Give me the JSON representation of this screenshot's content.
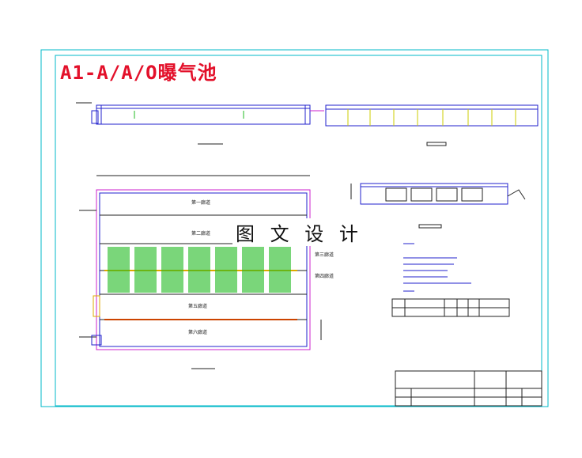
{
  "drawing": {
    "title": "A1-A/A/O曝气池",
    "watermark": "图 文 设 计",
    "plan_labels": {
      "corridor_1": "第一廊道",
      "corridor_2": "第二廊道",
      "corridor_3": "第三廊道",
      "corridor_4": "第四廊道",
      "corridor_5": "第五廊道",
      "corridor_6": "第六廊道"
    },
    "colors": {
      "frame": "#00b8c8",
      "title": "#e3102a",
      "wall": "#2222cc",
      "pipe": "#cc22cc",
      "aerator": "#22bb22",
      "text": "#222222"
    }
  }
}
